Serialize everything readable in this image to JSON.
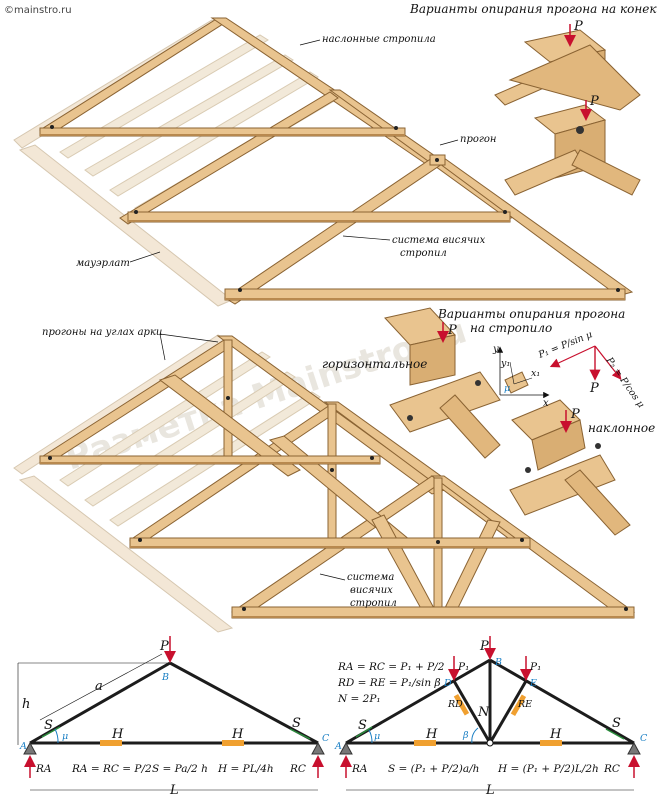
{
  "watermark_top": "©mainstro.ru",
  "watermark_diag": "Разметка Мainstro.ru",
  "top": {
    "title": "Варианты опирания прогона на конек",
    "labels": {
      "rafters": "наслонные стропила",
      "purlin": "прогон",
      "mauerlat": "мауэрлат",
      "hanging_line1": "система висячих",
      "hanging_line2": "стропил",
      "force": "P"
    }
  },
  "middle": {
    "title_line1": "Варианты опирания прогона",
    "title_line2": "на стропило",
    "labels": {
      "arch_purlins": "прогоны на углах арки",
      "horizontal": "горизонтальное",
      "inclined": "наклонное",
      "hanging_line1": "система",
      "hanging_line2": "висячих",
      "hanging_line3": "стропил",
      "force": "P",
      "axis_y": "y",
      "axis_x": "x",
      "axis_y1": "y₁",
      "axis_x1": "x₁",
      "mu": "μ",
      "p_sin": "P₁ = P/sin μ",
      "p_cos": "P₂ = P/cos μ"
    }
  },
  "bottom_left": {
    "labels": {
      "P": "P",
      "B": "B",
      "a": "a",
      "h": "h",
      "S1": "S",
      "S2": "S",
      "mu": "μ",
      "A": "A",
      "C": "C",
      "H1": "H",
      "H2": "H",
      "RA": "RA",
      "RC": "RC",
      "L": "L"
    },
    "formulas": {
      "f1": "RA = RC = P/2",
      "f2": "S = Pa/2 h",
      "f3": "H = PL/4h"
    }
  },
  "bottom_right": {
    "formulas_top": {
      "f1": "RA = RC = P₁ + P/2",
      "f2": "RD = RE = P₁/sin β",
      "f3": "N = 2P₁"
    },
    "labels": {
      "P": "P",
      "B": "B",
      "P1a": "P₁",
      "P1b": "P₁",
      "D": "D",
      "E": "E",
      "RD": "RD",
      "RE": "RE",
      "N": "N",
      "beta": "β",
      "S1": "S",
      "S2": "S",
      "mu": "μ",
      "A": "A",
      "C": "C",
      "H1": "H",
      "H2": "H",
      "RA": "RA",
      "RC": "RC",
      "L": "L"
    },
    "formulas_bottom": {
      "f1": "S = (P₁ + P/2)a/h",
      "f2": "H = (P₁ + P/2)L/2h"
    }
  },
  "colors": {
    "wood": "#e9c48f",
    "wood_dark": "#b8894f",
    "ghost_wood": "#f3e7d6",
    "force_red": "#c8102e",
    "angle_blue": "#1a7fc4",
    "tension_orange": "#f0a030",
    "member_dark": "#1c1c1c"
  }
}
